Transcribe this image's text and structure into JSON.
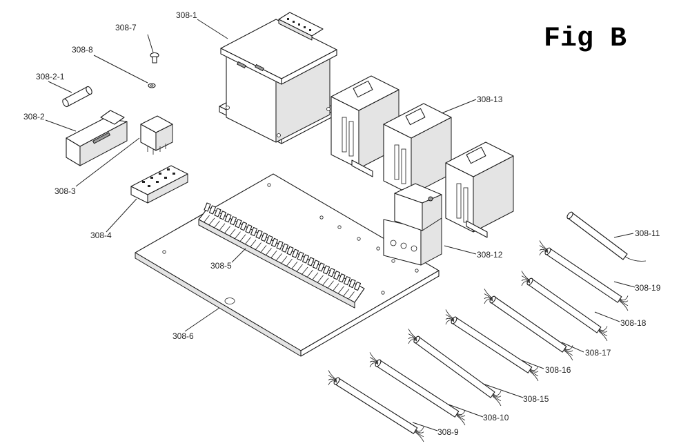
{
  "figure": {
    "title": "Fig B",
    "labels": {
      "l308_1": "308-1",
      "l308_7": "308-7",
      "l308_8": "308-8",
      "l308_2_1": "308-2-1",
      "l308_2": "308-2",
      "l308_3": "308-3",
      "l308_4": "308-4",
      "l308_5": "308-5",
      "l308_6": "308-6",
      "l308_13": "308-13",
      "l308_12": "308-12",
      "l308_11": "308-11",
      "l308_19": "308-19",
      "l308_18": "308-18",
      "l308_17": "308-17",
      "l308_16": "308-16",
      "l308_15": "308-15",
      "l308_10": "308-10",
      "l308_9": "308-9"
    }
  }
}
